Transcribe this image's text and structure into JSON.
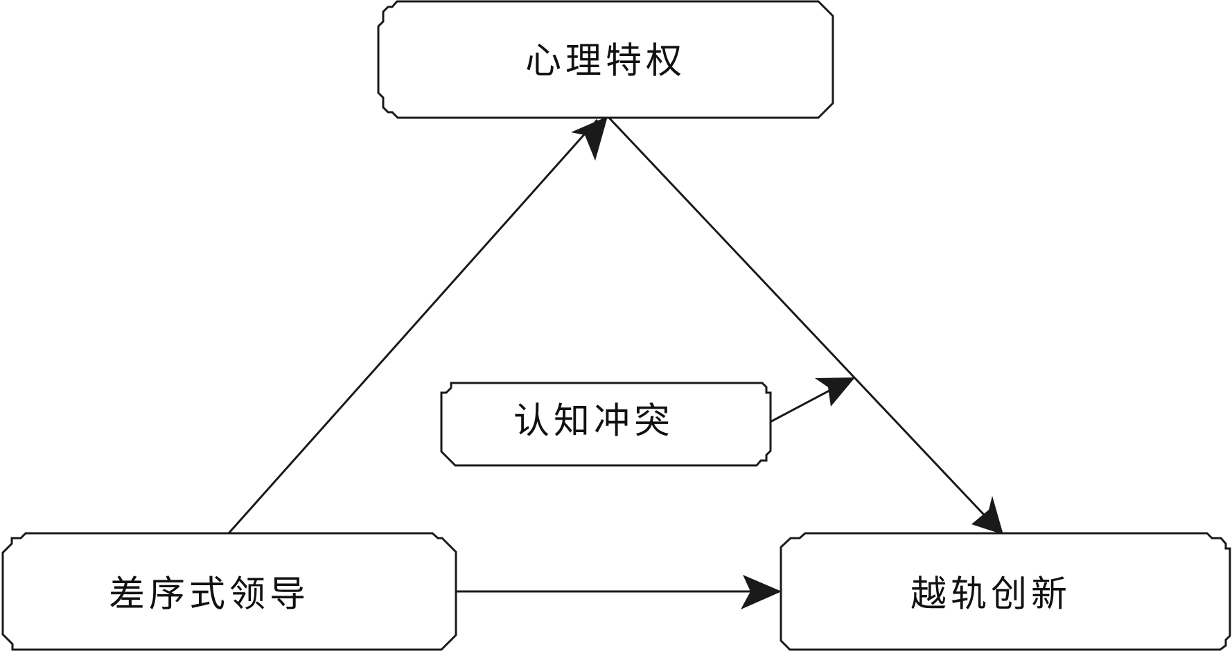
{
  "nodes": {
    "top": {
      "label": "心理特权"
    },
    "left": {
      "label": "差序式领导"
    },
    "right": {
      "label": "越轨创新"
    },
    "middle": {
      "label": "认知冲突"
    }
  },
  "edges": [
    {
      "from": "差序式领导",
      "to": "心理特权"
    },
    {
      "from": "心理特权",
      "to": "越轨创新"
    },
    {
      "from": "差序式领导",
      "to": "越轨创新"
    },
    {
      "from": "认知冲突",
      "to": "心理特权→越轨创新"
    }
  ],
  "colors": {
    "stroke": "#1a1a1a",
    "arrow": "#1a1a1a",
    "background": "#ffffff"
  }
}
